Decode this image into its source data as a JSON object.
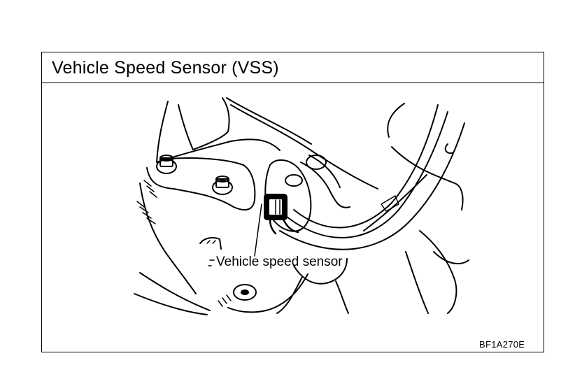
{
  "figure": {
    "title": "Vehicle Speed Sensor (VSS)",
    "callout_label": "Vehicle speed sensor",
    "figure_code": "BF1A270E"
  }
}
